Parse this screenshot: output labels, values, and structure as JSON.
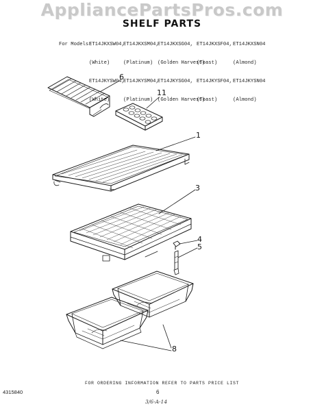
{
  "watermark": "AppliancePartsPros.com",
  "title": "SHELF PARTS",
  "models": {
    "label": "For Models:",
    "row1": [
      "ET14JKXSW04,",
      "ET14JKXSM04,",
      "ET14JKXSG04,",
      "ET14JKXSF04,",
      "ET14JKXSN04"
    ],
    "row2": [
      "(White)",
      "(Platinum)",
      "(Golden Harvest)",
      "(Toast)",
      "(Almond)"
    ],
    "row3": [
      "ET14JKYSW04,",
      "ET14JKYSM04,",
      "ET14JKYSG04,",
      "ET14JKYSF04,",
      "ET14JKYSN04"
    ],
    "row4": [
      "(White)",
      "(Platinum)",
      "(Golden Harvest)",
      "(Toast)",
      "(Almond)"
    ]
  },
  "callouts": {
    "c6": "6",
    "c11": "11",
    "c1": "1",
    "c3": "3",
    "c4": "4",
    "c5": "5",
    "c8": "8"
  },
  "footer": {
    "note": "FOR ORDERING INFORMATION REFER TO PARTS PRICE LIST",
    "doc_number": "4315840",
    "page_number": "6",
    "date_code": "3/6-A-14"
  }
}
